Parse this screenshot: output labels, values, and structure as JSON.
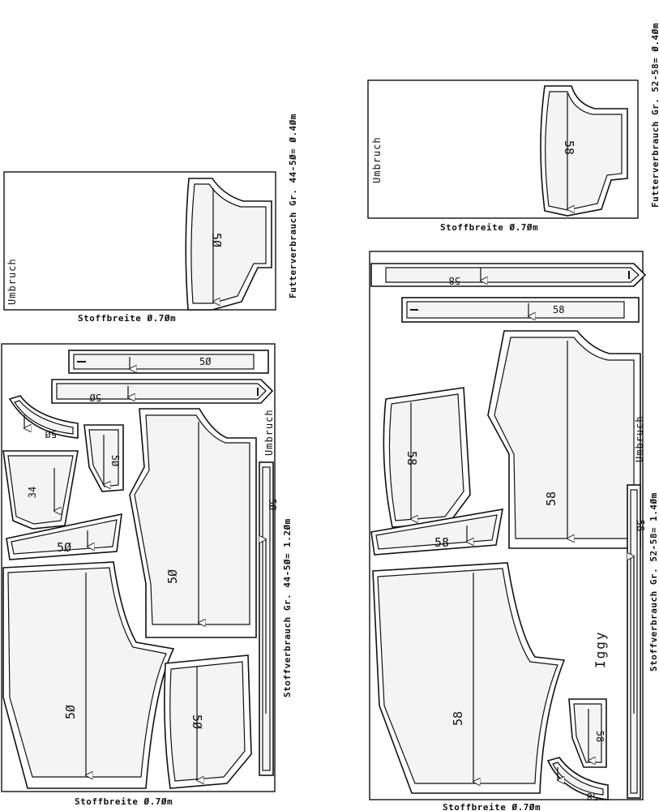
{
  "panels": {
    "lining_small": {
      "fold": "Umbruch",
      "width_caption": "Stoffbreite Ø.7Øm",
      "usage": "Futterverbrauch Gr. 44-5Ø= Ø.4Øm",
      "size": "5Ø"
    },
    "fabric_small": {
      "fold": "Umbruch",
      "width_caption": "Stoffbreite Ø.7Øm",
      "usage": "Stoffverbrauch Gr. 44-5Ø= 1.2Øm",
      "sizes": {
        "waistband_top": "5Ø",
        "waistband_second": "5Ø",
        "curved_strip": "5Ø",
        "fly_piece": "5Ø",
        "pocket": "34",
        "yoke": "5Ø",
        "long_strip": "5Ø",
        "back_leg": "5Ø",
        "front_leg": "5Ø",
        "pocket_bag": "5Ø"
      }
    },
    "lining_large": {
      "fold": "Umbruch",
      "width_caption": "Stoffbreite Ø.7Øm",
      "usage": "Futterverbrauch Gr. 52-58= Ø.4Øm",
      "size": "58"
    },
    "fabric_large": {
      "fold": "Umbruch",
      "width_caption": "Stoffbreite Ø.7Øm",
      "usage": "Stoffverbrauch Gr. 52-58= 1.4Øm",
      "model_name": "Iggy",
      "sizes": {
        "waistband_top": "58",
        "waistband_second": "58",
        "pocket_bag": "58",
        "back_leg": "58",
        "yoke": "58",
        "front_leg": "58",
        "long_strip": "58",
        "fly_piece": "58",
        "curved_strip": "58"
      }
    }
  }
}
